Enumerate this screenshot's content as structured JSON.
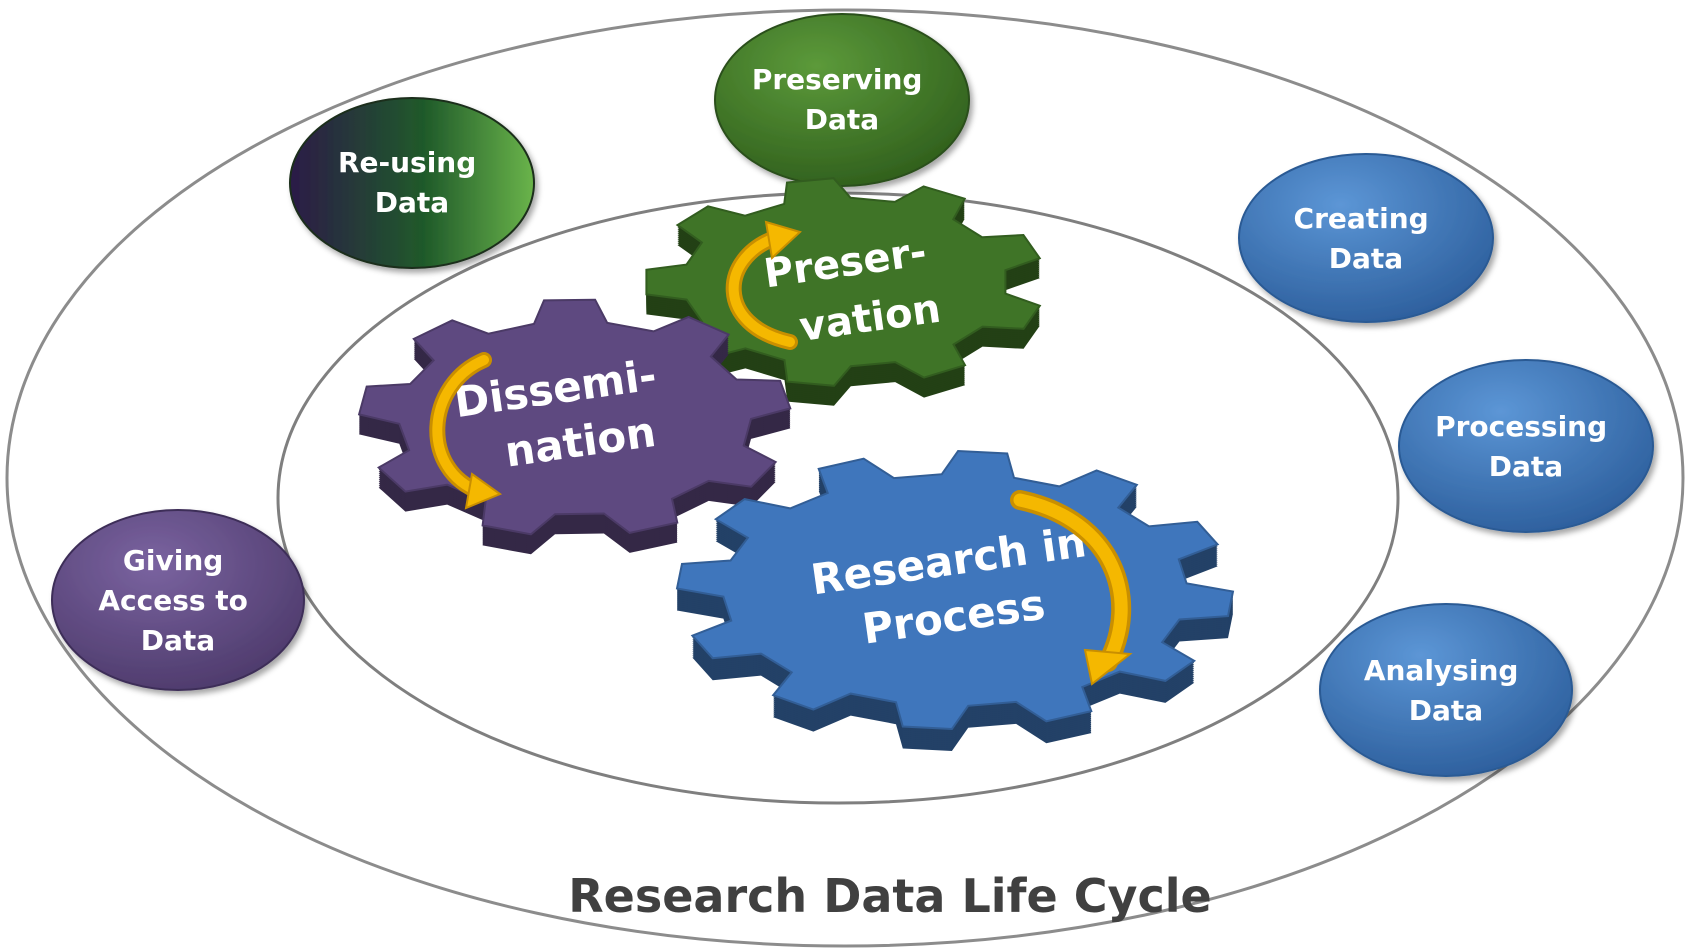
{
  "title": "Research Data Life Cycle",
  "stages": {
    "preserving": [
      "Preserving",
      "Data"
    ],
    "reusing": [
      "Re-using",
      "Data"
    ],
    "creating": [
      "Creating",
      "Data"
    ],
    "processing": [
      "Processing",
      "Data"
    ],
    "analysing": [
      "Analysing",
      "Data"
    ],
    "giving_access": [
      "Giving",
      "Access to",
      "Data"
    ]
  },
  "gears": {
    "preservation": [
      "Preser-",
      "vation"
    ],
    "dissemination": [
      "Dissemi-",
      "nation"
    ],
    "research": [
      "Research in",
      "Process"
    ]
  },
  "colors": {
    "green": "#3f7427",
    "purple": "#5e4980",
    "blue": "#3f76bc",
    "arrow": "#f5b800",
    "ring": "#7f7f7f",
    "title": "#404040"
  }
}
